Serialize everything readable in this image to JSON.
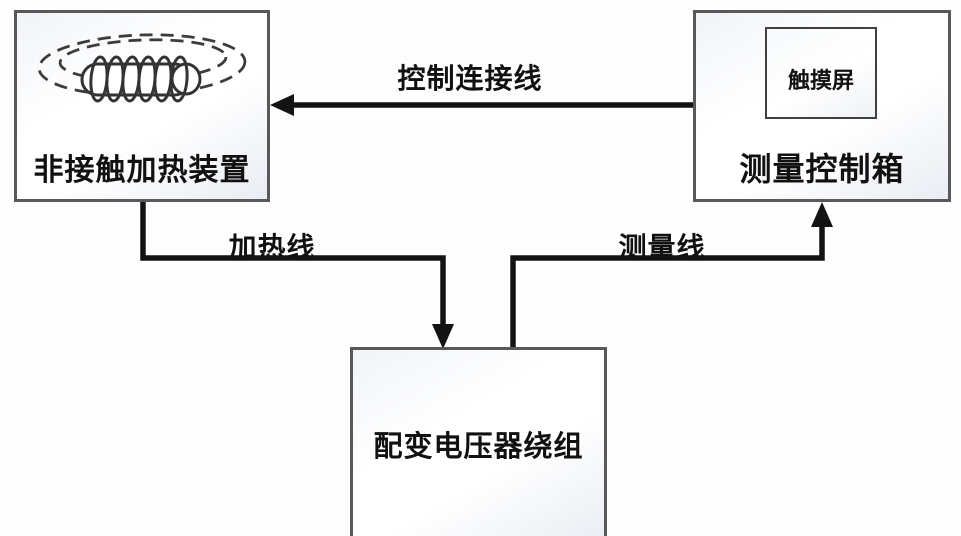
{
  "diagram": {
    "colors": {
      "background": "#fefefe",
      "connector_line": "#131313",
      "box_border": "#595959",
      "box_fill_light": "#ffffff",
      "box_fill_shade": "#e9edf3",
      "text": "#111111"
    },
    "nodes": {
      "heater": {
        "label": "非接触加热装置"
      },
      "control_box": {
        "label": "测量控制箱"
      },
      "touch_screen": {
        "label": "触摸屏"
      },
      "winding": {
        "label": "配变电压器绕组"
      }
    },
    "edges": {
      "control": {
        "label": "控制连接线",
        "from": "control_box",
        "to": "heater",
        "direction": "left"
      },
      "heating": {
        "label": "加热线",
        "from": "heater",
        "to": "winding",
        "direction": "down"
      },
      "measurement": {
        "label": "测量线",
        "from": "winding",
        "to": "control_box",
        "direction": "up"
      }
    },
    "icons": {
      "induction_coil": "induction-coil-icon",
      "arrowheads": [
        "arrowhead-left-icon",
        "arrowhead-down-icon",
        "arrowhead-up-icon"
      ]
    }
  }
}
